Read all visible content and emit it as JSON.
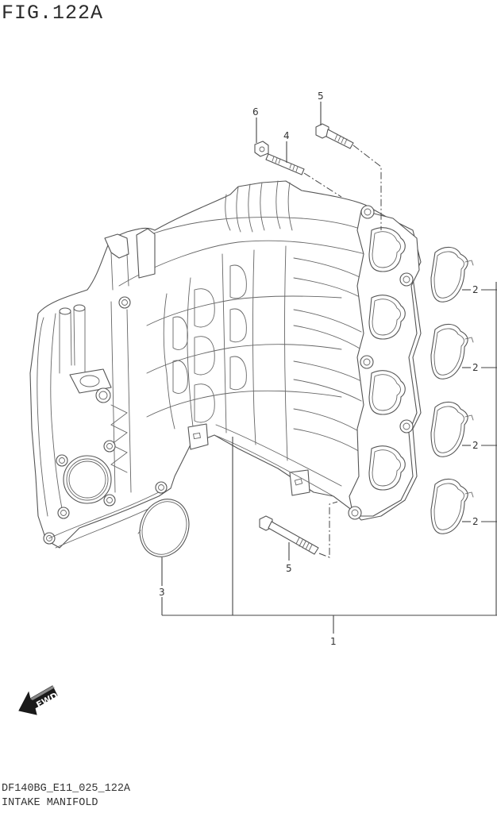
{
  "figure": {
    "title": "FIG.122A",
    "diagram_code": "DF140BG_E11_025_122A",
    "caption": "INTAKE MANIFOLD"
  },
  "orientation": {
    "label": "FWD",
    "icon": "forward-arrow-icon"
  },
  "callouts": [
    {
      "number": "1",
      "part": "intake-manifold-assembly"
    },
    {
      "number": "2",
      "part": "intake-gasket",
      "quantity_shown": 4
    },
    {
      "number": "3",
      "part": "throttle-body-o-ring"
    },
    {
      "number": "4",
      "part": "stud-bolt"
    },
    {
      "number": "5",
      "part": "flange-bolt",
      "quantity_shown": 2
    },
    {
      "number": "6",
      "part": "nut"
    }
  ],
  "labels": {
    "c1": "1",
    "c2a": "2",
    "c2b": "2",
    "c2c": "2",
    "c2d": "2",
    "c3": "3",
    "c4": "4",
    "c5a": "5",
    "c5b": "5",
    "c6": "6"
  }
}
